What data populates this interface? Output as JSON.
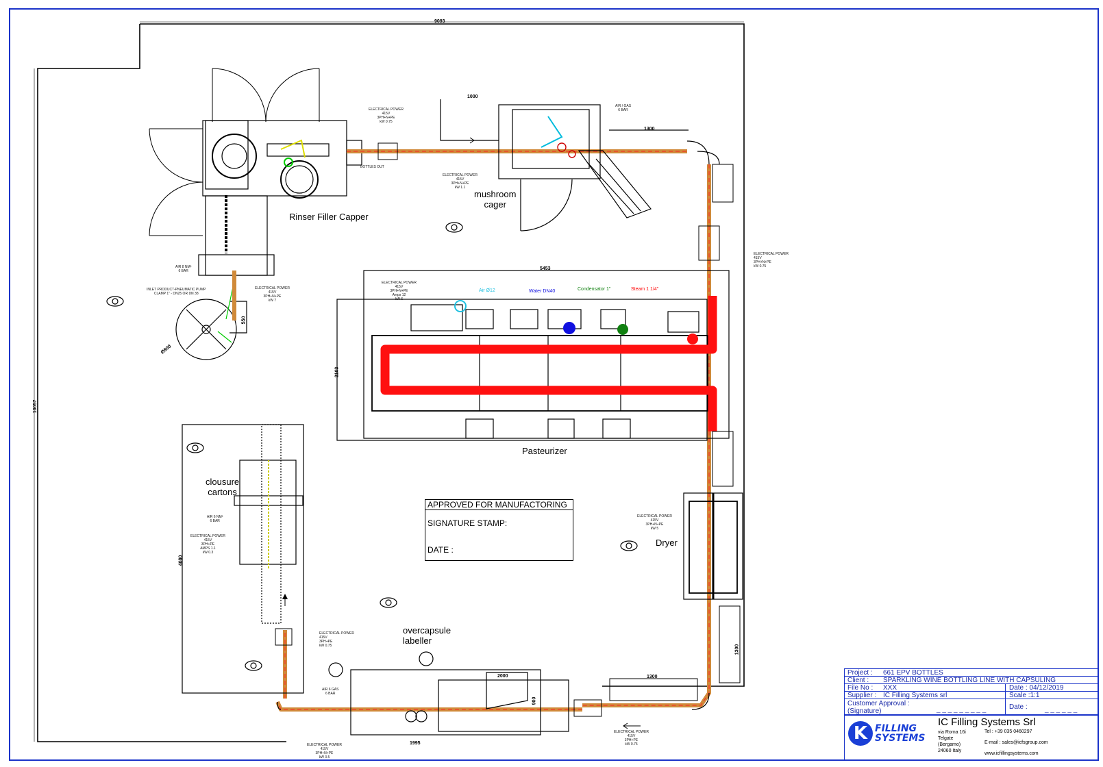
{
  "machines": {
    "rinser_filler_capper": "Rinser Filler Capper",
    "mushroom_cager": "mushroom\ncager",
    "pasteurizer": "Pasteurizer",
    "closure_cartons": "clousure\ncartons",
    "dryer": "Dryer",
    "overcapsule_labeller": "overcapsule\nlabeller"
  },
  "dimensions": {
    "top_width": "9093",
    "height_total": "10057",
    "seg_1000": "1000",
    "seg_1300_top": "1300",
    "pasteurizer_width": "5453",
    "pasteurizer_height": "2103",
    "tank_550": "550",
    "tank_diam": "Ø800",
    "cartons_4080": "4080",
    "labeller_2000": "2000",
    "labeller_1995": "1995",
    "labeller_900": "900",
    "seg_1300_bottom": "1300",
    "seg_1300_right": "1300"
  },
  "utilities": {
    "air_b12": "Air Ø12",
    "water_dn40": "Water DN40",
    "condensator": "Condensator 1\"",
    "steam": "Steam 1 1/4\""
  },
  "colors": {
    "air": "#20c0e0",
    "water": "#1010e0",
    "condensator": "#108010",
    "steam": "#ff0000",
    "title_block": "#1a33c9"
  },
  "notes": {
    "elec_cager": "ELECTRICAL POWER\n415V\n3PH+N+PE\nkW 0.75",
    "air_gas": "AIR / GAS\n6 BAR",
    "bottles_out": "BOTTLES OUT",
    "elec_cager2": "ELECTRICAL POWER\n415V\n3PH+N+PE\nkW 1.1",
    "elec_right": "ELECTRICAL POWER\n415V\n3PH+N+PE\nkW 0.75",
    "air_filler": "AIR 8 NM³\n6 BAR",
    "inlet_product": "INLET PRODUCT-PNEUMATIC PUMP\nCLAMP 1\" - DN25 OR DN 38",
    "elec_filler": "ELECTRICAL POWER\n415V\n3PH+N+PE\nkW 7",
    "elec_past": "ELECTRICAL POWER\n415V\n3PH+N+PE\nAmps 12\nkW 6",
    "elec_dryer": "ELECTRICAL POWER\n415V\n3PH+N+PE\nkW 5",
    "air_cartons": "AIR 6 NM³\n6 BAR",
    "elec_cartons": "ELECTRICAL POWER\n415V\n3PH+PE\nAMPS 1.1\nkW 0.3",
    "elec_labeller_left": "ELECTRICAL POWER\n415V\n3PH+PE\nkW 0.75",
    "air_labeller": "AIR 6 GAS\n6 BAR",
    "elec_labeller_bottom": "ELECTRICAL POWER\n415V\n3PH+N+PE\nkW 3.5",
    "elec_bottom_right": "ELECTRICAL POWER\n415V\n3PH+PE\nkW 0.75"
  },
  "approval": {
    "title": "APPROVED FOR MANUFACTORING",
    "signature": "SIGNATURE STAMP:",
    "date": "DATE :"
  },
  "title_block": {
    "project_label": "Project :",
    "project_value": "661 EPV BOTTLES",
    "client_label": "Client :",
    "client_value": "SPARKLING WINE  BOTTLING LINE WITH CAPSULING",
    "file_label": "File No :",
    "file_value": "XXX",
    "date_label": "Date : 04/12/2019",
    "supplier_label": "Supplier :",
    "supplier_value": "IC Filling Systems srl",
    "scale_label": "Scale :1:1",
    "approval_label": "Customer Approval :\n(Signature)",
    "approval_line": "_ _ _ _ _ _ _ _ _",
    "approval_date": "Date :",
    "approval_date_line": "_ _ _ _ _ _",
    "company_name": "IC Filling Systems Srl",
    "address": "via Roma 16i\nTelgate\n(Bergamo)\n24060 Italy",
    "tel": "Tel : +39 035 0460297",
    "email": "E-mail : sales@icfsgroup.com",
    "web": "www.icfillingsystems.com",
    "logo_line1": "FILLING",
    "logo_line2": "SYSTEMS",
    "logo_letter": "K"
  }
}
